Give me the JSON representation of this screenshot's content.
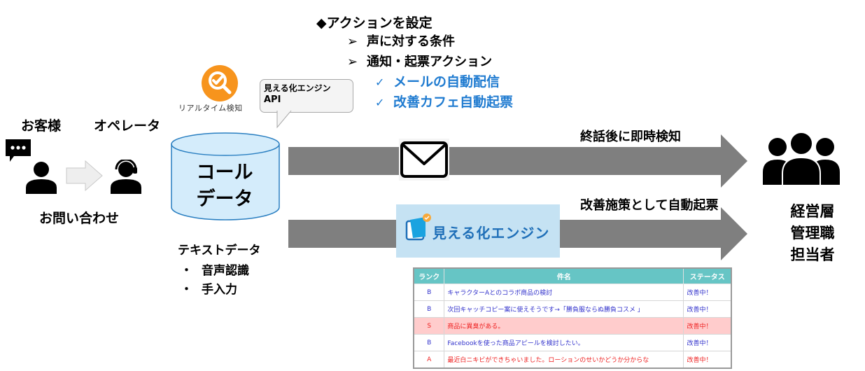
{
  "action_settings": {
    "title": "◆アクションを設定",
    "items": [
      {
        "marker": "➢",
        "label": "声に対する条件"
      },
      {
        "marker": "➢",
        "label": "通知・起票アクション"
      }
    ],
    "sub_items": [
      {
        "marker": "✓",
        "label": "メールの自動配信"
      },
      {
        "marker": "✓",
        "label": "改善カフェ自動起票"
      }
    ],
    "sub_item_color": "#1f7bd0"
  },
  "realtime_logo": {
    "icon": "magnifier-check-icon",
    "label": "リアルタイム検知",
    "color": "#f7941d"
  },
  "api_bubble": {
    "line1": "見える化エンジン",
    "line2": "API"
  },
  "flow": {
    "customer_label": "お客様",
    "operator_label": "オペレータ",
    "inquiry_label": "お問い合わせ",
    "customer_icon": "person-with-speech-bubble-icon",
    "operator_icon": "headset-operator-icon"
  },
  "database": {
    "line1": "コール",
    "line2": "データ",
    "fill_color": "#d4ecfb",
    "stroke_color": "#2a7fc1"
  },
  "text_data": {
    "title": "テキストデータ",
    "items": [
      {
        "bullet": "・",
        "label": "音声認識"
      },
      {
        "bullet": "・",
        "label": "手入力"
      }
    ]
  },
  "arrows": {
    "top_label": "終話後に即時検知",
    "bottom_label": "改善施策として自動起票",
    "color": "#7f7f7f"
  },
  "mail_icon": "envelope-icon",
  "engine_banner": {
    "name": "見える化エンジン",
    "icon": "mieruka-engine-logo-icon"
  },
  "stakeholders": {
    "icon": "group-of-people-icon",
    "lines": [
      "経営層",
      "管理職",
      "担当者"
    ]
  },
  "ticket_table": {
    "headers": [
      "ランク",
      "件名",
      "ステータス"
    ],
    "header_color": "#66c5c5",
    "rows": [
      {
        "rank": "B",
        "title": "キャラクターAとのコラボ商品の検討",
        "status": "改善中！",
        "style": "blue"
      },
      {
        "rank": "B",
        "title": "次回キャッチコピー案に使えそうです→「勝負服ならぬ勝負コスメ 」",
        "status": "改善中！",
        "style": "blue"
      },
      {
        "rank": "S",
        "title": "商品に異臭がある。",
        "status": "改善中！",
        "style": "red-pink"
      },
      {
        "rank": "B",
        "title": "Facebookを使った商品アピールを検討したい。",
        "status": "改善中！",
        "style": "blue"
      },
      {
        "rank": "A",
        "title": "最近白ニキビができちゃいました。ローションのせいかどうか分からな",
        "status": "改善中！",
        "style": "red"
      }
    ]
  }
}
